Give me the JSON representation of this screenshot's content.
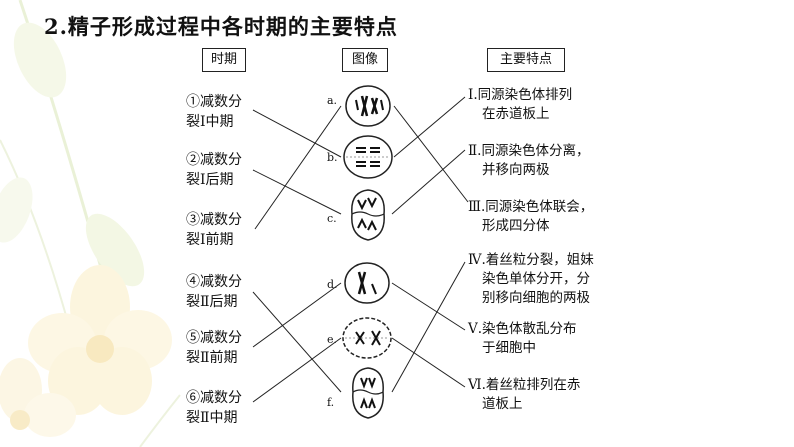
{
  "title": "2.精子形成过程中各时期的主要特点",
  "headers": {
    "stage": "时期",
    "image": "图像",
    "feature": "主要特点"
  },
  "stages": [
    {
      "l1": "①减数分",
      "l2": "裂Ⅰ中期"
    },
    {
      "l1": "②减数分",
      "l2": "裂Ⅰ后期"
    },
    {
      "l1": "③减数分",
      "l2": "裂Ⅰ前期"
    },
    {
      "l1": "④减数分",
      "l2": "裂Ⅱ后期"
    },
    {
      "l1": "⑤减数分",
      "l2": "裂Ⅱ前期"
    },
    {
      "l1": "⑥减数分",
      "l2": "裂Ⅱ中期"
    }
  ],
  "image_labels": [
    "a.",
    "b.",
    "c.",
    "d.",
    "e.",
    "f."
  ],
  "features": [
    {
      "lines": [
        "Ⅰ.同源染色体排列",
        "在赤道板上"
      ]
    },
    {
      "lines": [
        "Ⅱ.同源染色体分离，",
        "并移向两极"
      ]
    },
    {
      "lines": [
        "Ⅲ.同源染色体联会，",
        "形成四分体"
      ]
    },
    {
      "lines": [
        "Ⅳ.着丝粒分裂，姐妹",
        "染色单体分开，分",
        "别移向细胞的两极"
      ]
    },
    {
      "lines": [
        "Ⅴ.染色体散乱分布",
        "于细胞中"
      ]
    },
    {
      "lines": [
        "Ⅵ.着丝粒排列在赤",
        "道板上"
      ]
    }
  ]
}
